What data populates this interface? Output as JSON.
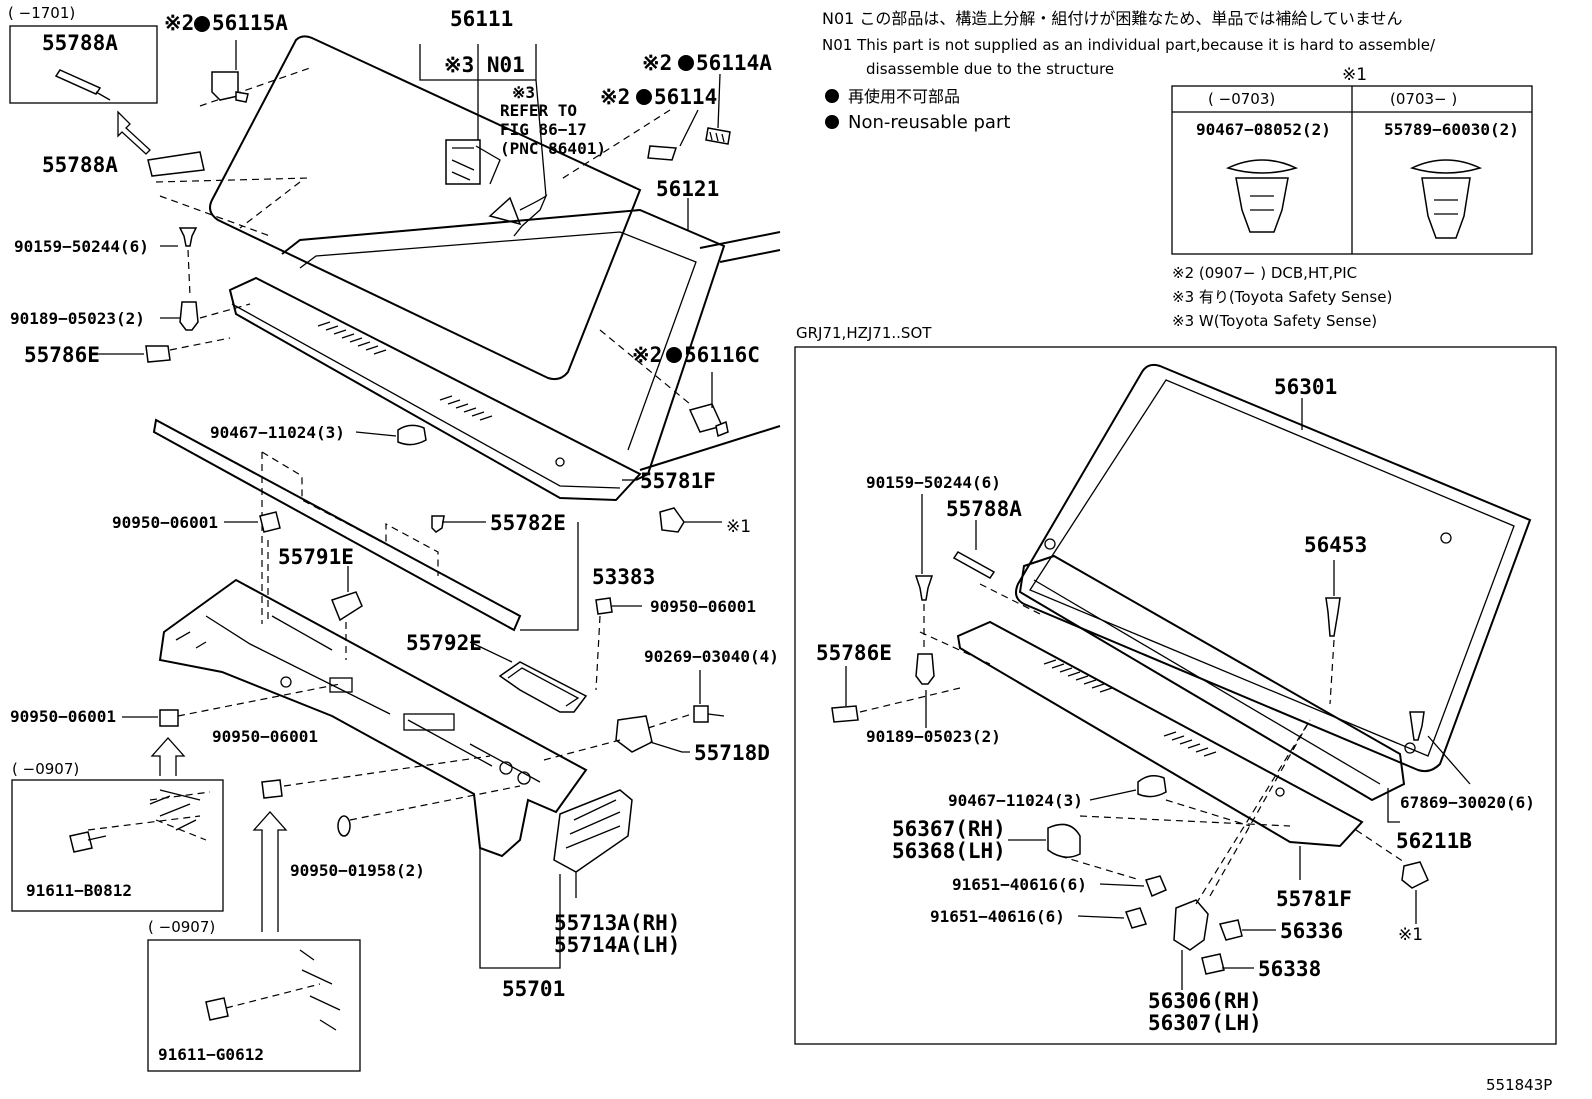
{
  "drawing_id": "551843P",
  "notes": {
    "n01_jp": "N01  この部品は、構造上分解・組付けが困難なため、単品では補給していません",
    "n01_en_1": "N01  This part is not supplied as an individual part,because it is hard to assemble/",
    "n01_en_2": "disassemble due to the structure",
    "reusable_jp": "再使用不可部品",
    "reusable_en": "Non-reusable part",
    "note2": "※2 (0907−      ) DCB,HT,PIC",
    "note3a": "※3 有り(Toyota Safety Sense)",
    "note3b": "※3 W(Toyota Safety Sense)"
  },
  "table": {
    "title": "※1",
    "col1_range": "(       −0703)",
    "col2_range": "(0703−       )",
    "col1_part": "90467−08052(2)",
    "col2_part": "55789−60030(2)"
  },
  "inset_labels": {
    "top_left_range": "(      −1701)",
    "inset_0907_a": "(       −0907)",
    "inset_0907_b": "(       −0907)",
    "sot_title": "GRJ71,HZJ71..SOT"
  },
  "refer": {
    "mark": "※3",
    "n01": "※3 N01",
    "l1": "REFER TO",
    "l2": "FIG 86−17",
    "l3": "(PNC 86401)"
  },
  "parts": {
    "p55788A_box": "55788A",
    "p56115A": "56115A",
    "p56115A_mark": "※2",
    "p56111": "56111",
    "p56114A": "56114A",
    "p56114A_mark": "※2",
    "p56114": "56114",
    "p56114_mark": "※2",
    "p55788A": "55788A",
    "p56121": "56121",
    "p90159": "90159−50244(6)",
    "p90189": "90189−05023(2)",
    "p55786E": "55786E",
    "p56116C": "56116C",
    "p56116C_mark": "※2",
    "p90467": "90467−11024(3)",
    "p55781F": "55781F",
    "p90950a": "90950−06001",
    "p55782E": "55782E",
    "p_x1": "※1",
    "p55791E": "55791E",
    "p53383": "53383",
    "p90950b": "90950−06001",
    "p55792E": "55792E",
    "p90269": "90269−03040(4)",
    "p90950c": "90950−06001",
    "p90950d": "90950−06001",
    "p55718D": "55718D",
    "p91611B": "91611−B0812",
    "p90950e": "90950−01958(2)",
    "p55713A": "55713A(RH)",
    "p55714A": "55714A(LH)",
    "p55701": "55701",
    "p91611G": "91611−G0612"
  },
  "sot_parts": {
    "p56301": "56301",
    "p90159": "90159−50244(6)",
    "p55788A": "55788A",
    "p56453": "56453",
    "p55786E": "55786E",
    "p90189": "90189−05023(2)",
    "p90467": "90467−11024(3)",
    "p67869": "67869−30020(6)",
    "p56367": "56367(RH)",
    "p56368": "56368(LH)",
    "p56211B": "56211B",
    "p91651a": "91651−40616(6)",
    "p55781F": "55781F",
    "p91651b": "91651−40616(6)",
    "p56336": "56336",
    "p_x1": "※1",
    "p56338": "56338",
    "p56306": "56306(RH)",
    "p56307": "56307(LH)"
  }
}
